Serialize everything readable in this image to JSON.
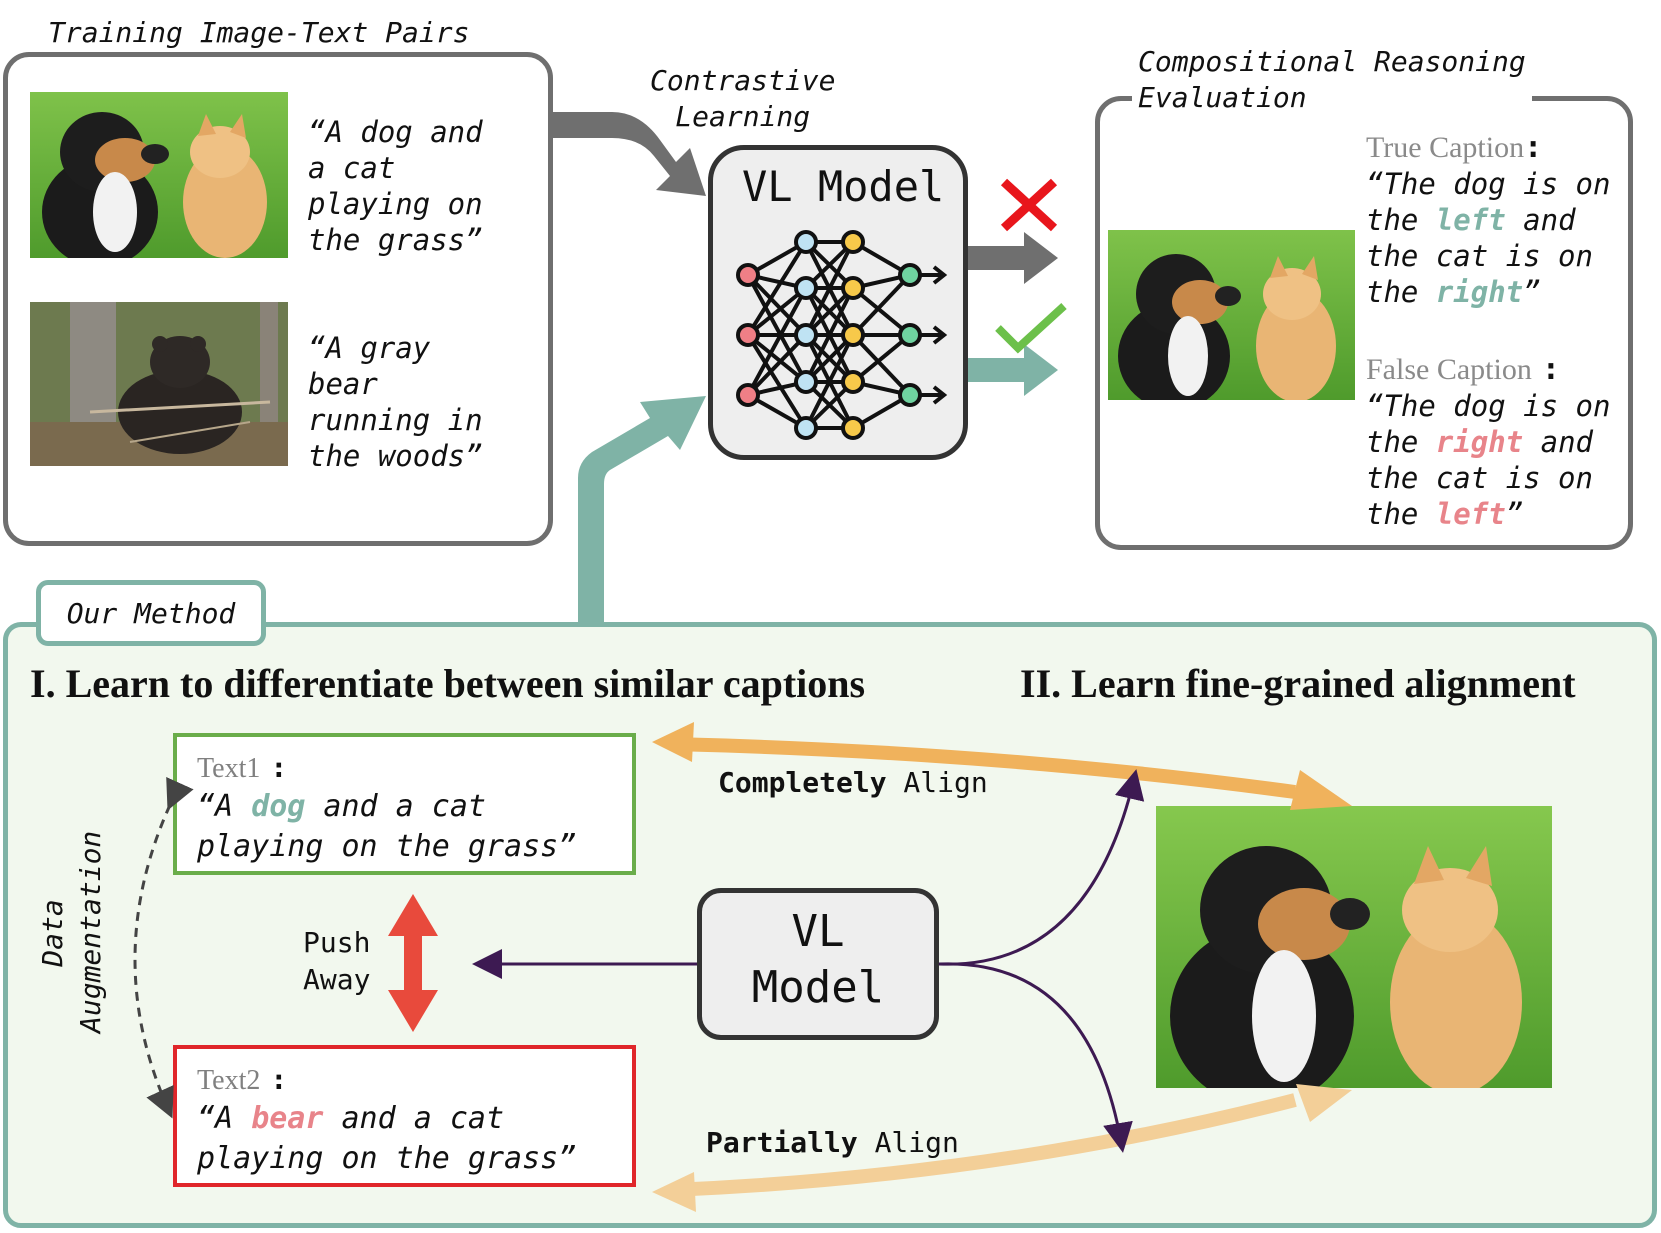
{
  "training": {
    "title": "Training Image-Text Pairs",
    "caption1": "“A dog and\na cat\nplaying on\nthe grass”",
    "caption2": "“A gray\nbear\nrunning in\nthe woods”"
  },
  "contrastive_label": "Contrastive\nLearning",
  "vl_model_top": "VL Model",
  "evaluation": {
    "title": "Compositional Reasoning\nEvaluation",
    "true_label": "True Caption",
    "true_text": {
      "p1": "“The dog is on\nthe ",
      "w1": "left",
      "p2": " and\nthe cat is on\nthe ",
      "w2": "right",
      "p3": "”"
    },
    "false_label": "False Caption",
    "false_text": {
      "p1": "“The dog is on\nthe ",
      "w1": "right",
      "p2": " and\nthe cat is on\nthe ",
      "w2": "left",
      "p3": "”"
    },
    "colon": ":"
  },
  "method": {
    "tag": "Our Method",
    "heading1": "I. Learn to differentiate between similar captions",
    "heading2": "II. Learn fine-grained alignment",
    "text1_label": "Text1",
    "text1": {
      "p1": "“A ",
      "w": "dog",
      "p2": " and a cat\nplaying on the grass”"
    },
    "text2_label": "Text2",
    "text2": {
      "p1": "“A ",
      "w": "bear",
      "p2": " and a cat\nplaying on the grass”"
    },
    "colon": ":",
    "data_aug": "Data\nAugmentation",
    "push_away": "Push\nAway",
    "vl_model": "VL\nModel",
    "completely_bold": "Completely",
    "completely_rest": " Align",
    "partially_bold": "Partially",
    "partially_rest": " Align"
  },
  "colors": {
    "teal": "#7fb3a6",
    "pink": "#e8848a",
    "gray_arrow": "#6f6f6f",
    "orange": "#f0b25c",
    "light_orange": "#f3cf98",
    "red": "#e84a3c",
    "purple": "#3d1a52"
  }
}
